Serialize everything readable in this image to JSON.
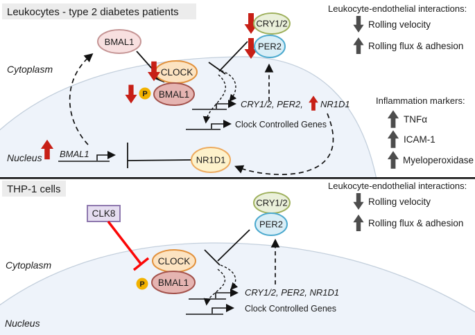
{
  "colors": {
    "nucleus_fill": "#eef3fa",
    "membrane": "#c3cfdc",
    "divider": "#111111",
    "title_bg": "#ececec",
    "red": "#c71f16",
    "bright_red": "#fb0707",
    "gray_arrow": "#4d4d4d",
    "phospho_fill": "#f2b200",
    "clock_fill": "#fce3c1",
    "clock_stroke": "#e2913c",
    "bmal1_complex_fill": "#e5b4b1",
    "bmal1_complex_stroke": "#a3524c",
    "bmal1_cyto_fill": "#f8e0e0",
    "bmal1_cyto_stroke": "#c59595",
    "cry_fill": "#eaf0da",
    "cry_stroke": "#9fb15e",
    "per_fill": "#d9eef7",
    "per_stroke": "#4ba9ce",
    "nr1d1_fill": "#fdf2cb",
    "nr1d1_stroke": "#edaa5e",
    "clk8_fill": "#e5ddf0",
    "clk8_stroke": "#8e78ae"
  },
  "top": {
    "title": "Leukocytes - type 2 diabetes patients",
    "cytoplasm": "Cytoplasm",
    "nucleus": "Nucleus",
    "bmal1_cytoplasmic": "BMAL1",
    "clock": "CLOCK",
    "bmal1_complex": "BMAL1",
    "phospho": "P",
    "cry12": "CRY1/2",
    "per2": "PER2",
    "nr1d1": "NR1D1",
    "bmal1_gene": "BMAL1",
    "target_genes": "CRY1/2, PER2,",
    "target_gene_nr1d1": "NR1D1",
    "clock_controlled_genes": "Clock Controlled Genes",
    "interactions": {
      "title": "Leukocyte-endothelial interactions:",
      "decreased": "Rolling velocity",
      "increased": "Rolling flux & adhesion"
    },
    "inflammation": {
      "title": "Inflammation markers:",
      "items": [
        "TNFα",
        "ICAM-1",
        "Myeloperoxidase"
      ]
    }
  },
  "bottom": {
    "title": "THP-1 cells",
    "cytoplasm": "Cytoplasm",
    "nucleus": "Nucleus",
    "clk8": "CLK8",
    "clock": "CLOCK",
    "bmal1_complex": "BMAL1",
    "phospho": "P",
    "cry12": "CRY1/2",
    "per2": "PER2",
    "target_genes": "CRY1/2, PER2, NR1D1",
    "clock_controlled_genes": "Clock Controlled Genes",
    "interactions": {
      "title": "Leukocyte-endothelial interactions:",
      "decreased": "Rolling velocity",
      "increased": "Rolling flux & adhesion"
    }
  }
}
